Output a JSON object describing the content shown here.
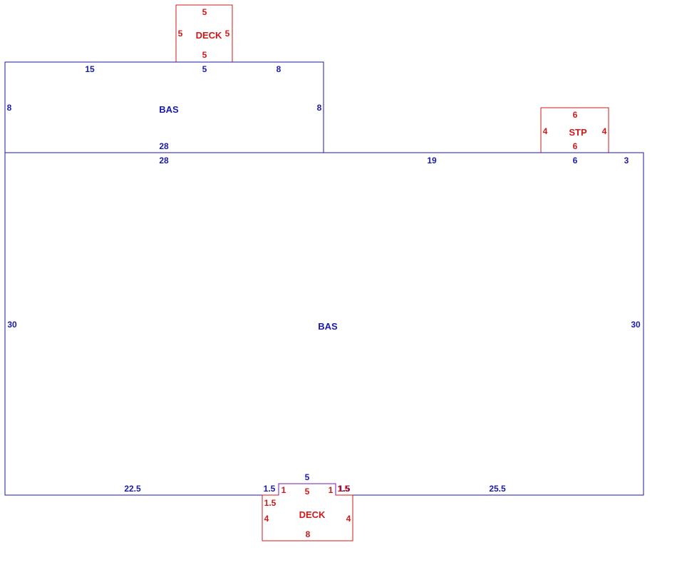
{
  "colors": {
    "living": "#1a1aaa",
    "exterior": "#d01818",
    "overlap": "#7a1ab0"
  },
  "deck_top": {
    "label": "DECK",
    "top": "5",
    "left": "5",
    "right": "5",
    "bottom": "5"
  },
  "bas_upper": {
    "label": "BAS",
    "top_left": "15",
    "top_mid": "5",
    "top_right": "8",
    "left": "8",
    "right": "8",
    "bottom": "28"
  },
  "stp": {
    "label": "STP",
    "top": "6",
    "left": "4",
    "right": "4",
    "bottom": "6"
  },
  "bas_main": {
    "label": "BAS",
    "top_left": "28",
    "top_mid": "19",
    "top_stp": "6",
    "top_right": "3",
    "left": "30",
    "right": "30",
    "bottom_left": "22.5",
    "bottom_right": "25.5",
    "notch_left": "1.5",
    "notch_right": "1.5",
    "notch_top": "5"
  },
  "deck_bottom": {
    "label": "DECK",
    "inner_left": "1",
    "inner_right": "1",
    "inner_top": "5",
    "outer_left_upper": "1.5",
    "outer_right_upper": "1.5",
    "left": "4",
    "right": "4",
    "bottom": "8"
  }
}
